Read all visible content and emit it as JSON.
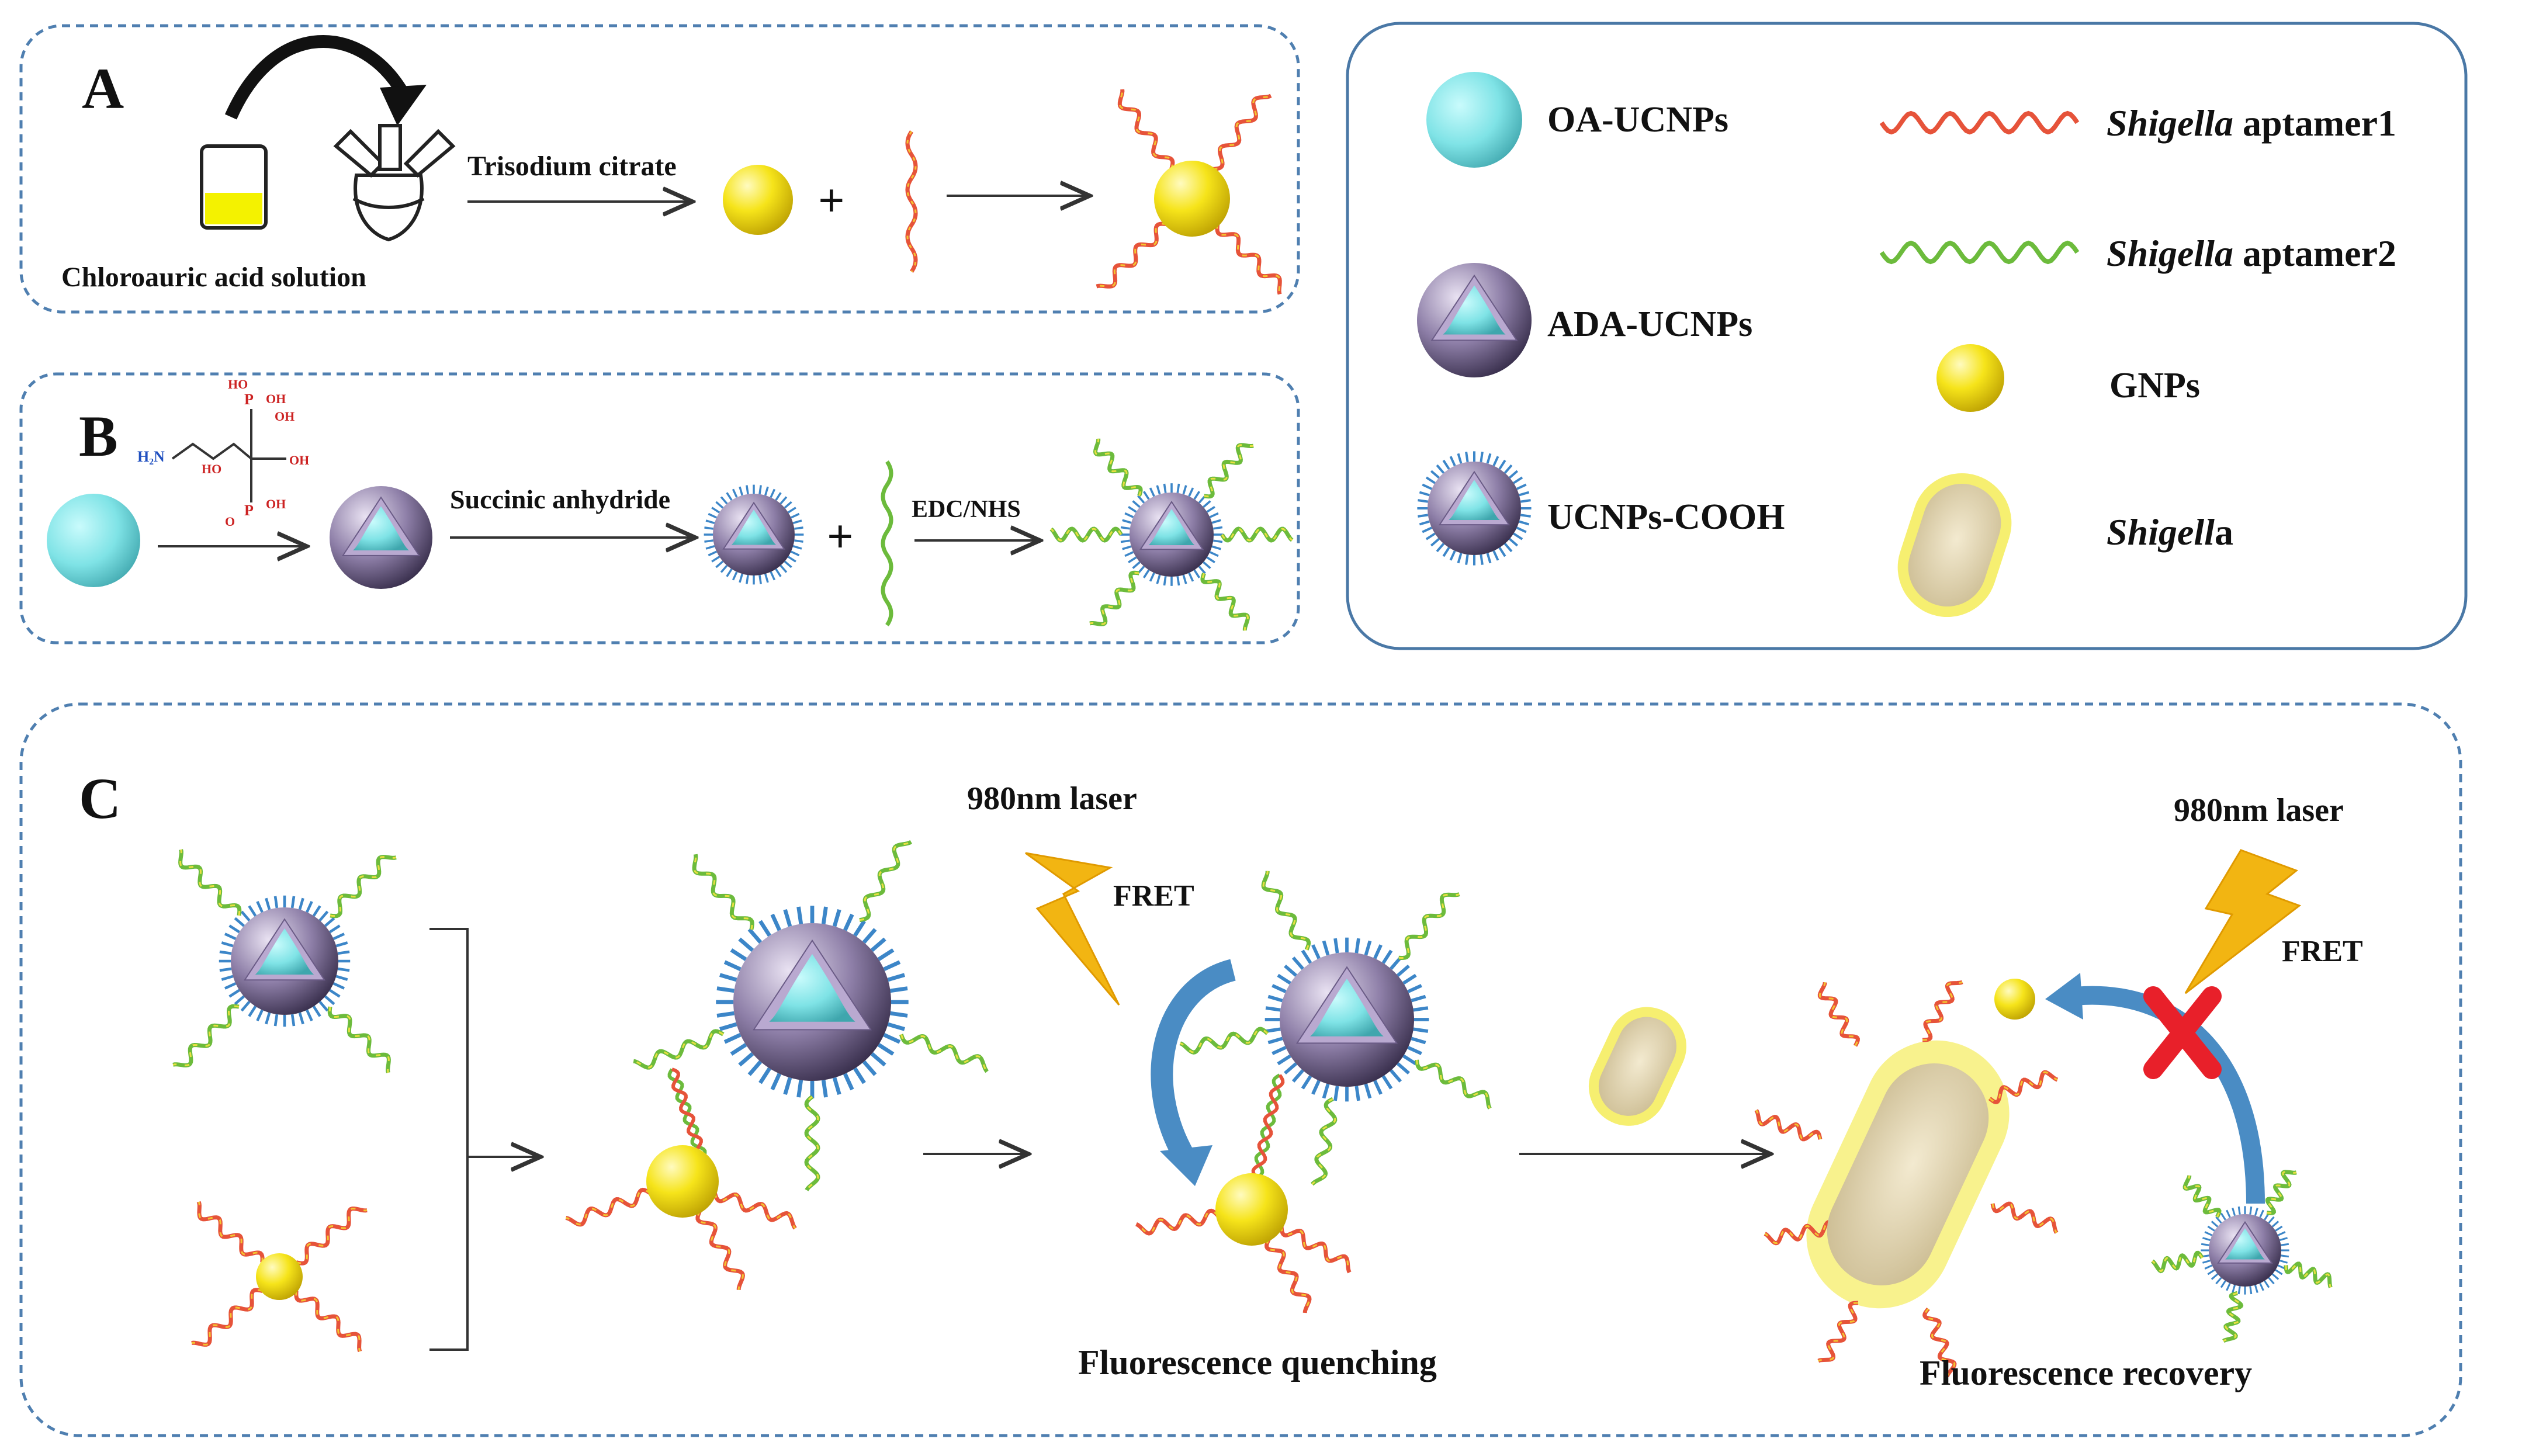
{
  "panel_a": {
    "letter": "A",
    "reagent_label": "Chloroauric acid solution",
    "arrow_label": "Trisodium citrate",
    "plus": "+"
  },
  "panel_b": {
    "letter": "B",
    "step1_label": "Succinic anhydride",
    "step2_label": "EDC/NHS",
    "plus": "+",
    "molecule_labels": {
      "amine": "H₂N",
      "oh": "OH",
      "ho": "HO",
      "p": "P",
      "o": "O"
    }
  },
  "legend": {
    "oa_ucnps": "OA-UCNPs",
    "ada_ucnps": "ADA-UCNPs",
    "ucnps_cooh": "UCNPs-COOH",
    "aptamer1_italic": "Shigella",
    "aptamer1_rest": " aptamer1",
    "aptamer2_italic": "Shigella",
    "aptamer2_rest": " aptamer2",
    "gnps": "GNPs",
    "shigella_italic": "Shigell",
    "shigella_rest": "a"
  },
  "panel_c": {
    "letter": "C",
    "laser_label_1": "980nm laser",
    "laser_label_2": "980nm laser",
    "fret_1": "FRET",
    "fret_2": "FRET",
    "quenching_label": "Fluorescence quenching",
    "recovery_label": "Fluorescence recovery"
  },
  "colors": {
    "panel_border": "#4f7fb0",
    "gold_particle": "#f2e010",
    "ucnp_core": "#7fe3e6",
    "ucnp_shell": "#5b4d73",
    "ligand_blue": "#3c86c8",
    "laser_yellow": "#f2b512",
    "cross_red": "#e8202a",
    "fret_arrow": "#4a8cc4",
    "bacterium_fill": "#e8dcb8",
    "bacterium_halo": "#f6ef70"
  }
}
